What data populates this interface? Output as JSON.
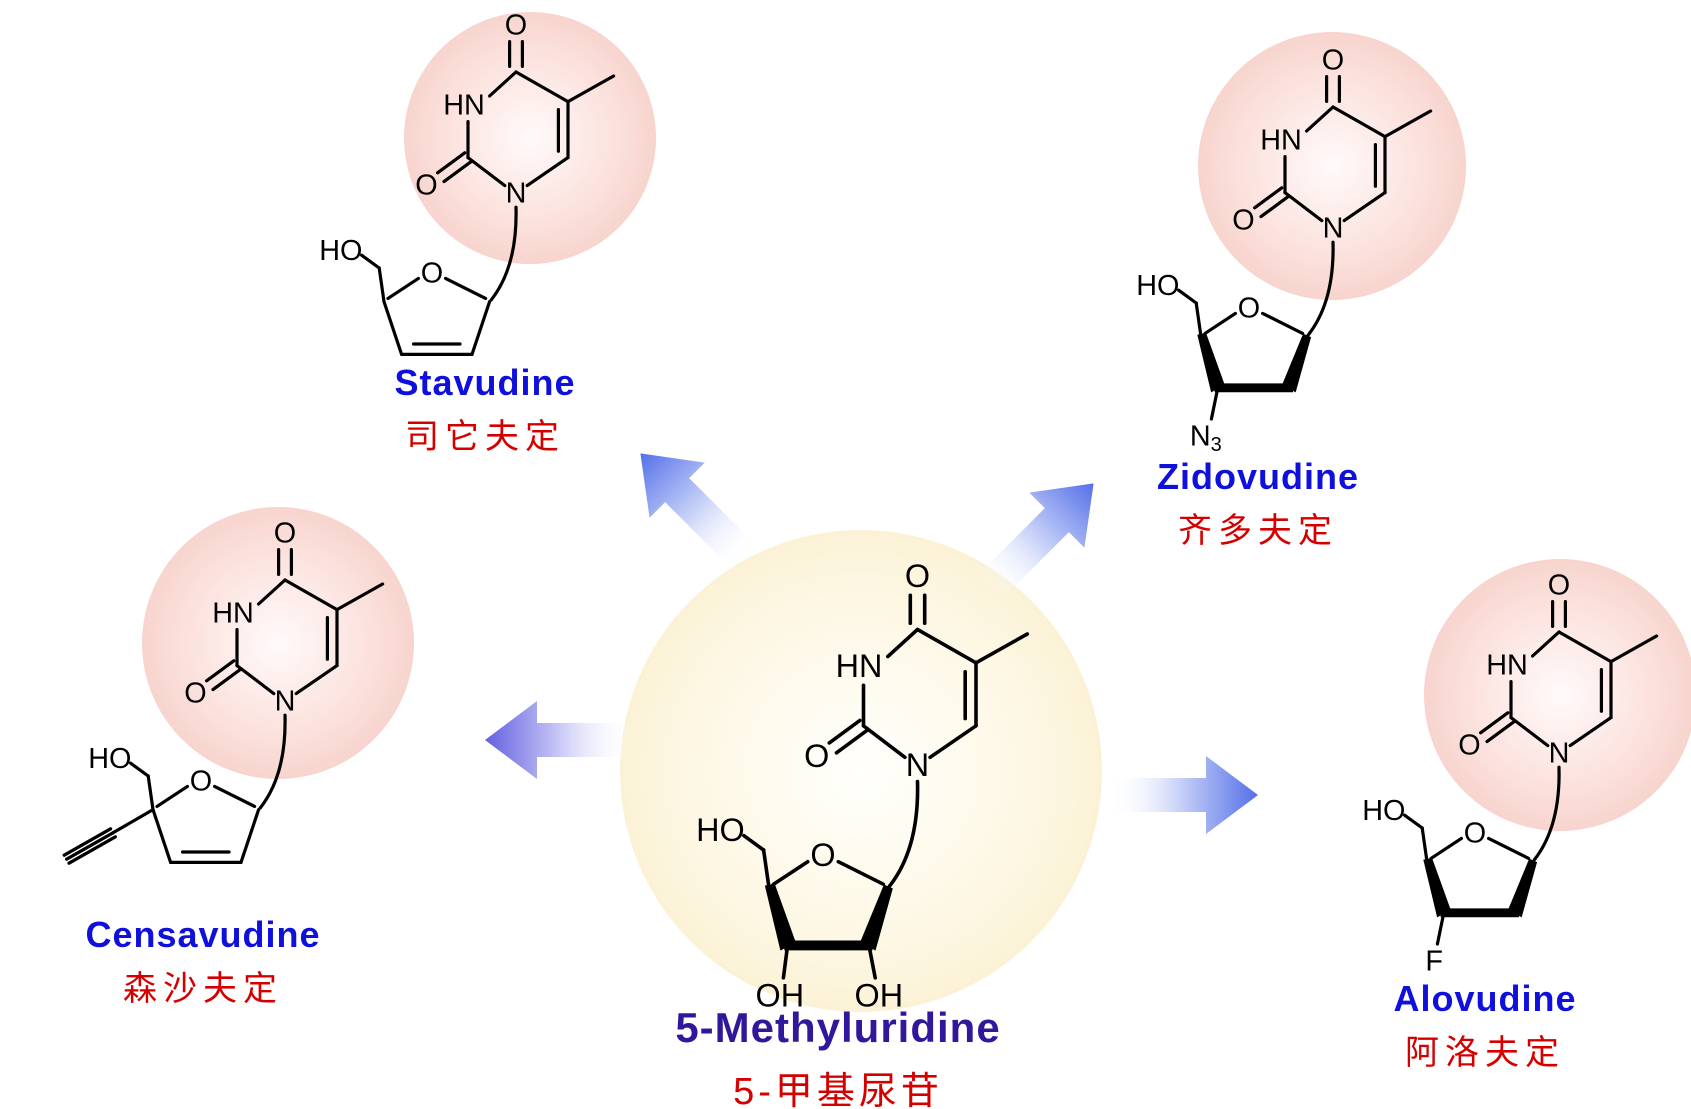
{
  "colors": {
    "drug_name_blue": "#0f10dc",
    "center_name_violet": "#31189b",
    "chinese_red": "#d40000",
    "bond_black": "#000000",
    "pink_halo": "#f7d2cc",
    "yellow_halo": "#faefce",
    "arrow_blue": "#5470e8",
    "arrow_purple": "#6260df"
  },
  "center": {
    "name": "5-Methyluridine",
    "name_zh": "5-甲基尿苷",
    "atoms": {
      "o_top": "O",
      "hn": "HN",
      "o_left": "O",
      "n1": "N",
      "ring_o": "O",
      "ho": "HO",
      "oh_left": "OH",
      "oh_right": "OH"
    }
  },
  "derivatives": {
    "stavudine": {
      "name": "Stavudine",
      "name_zh": "司它夫定",
      "atoms": {
        "o_top": "O",
        "hn": "HN",
        "o_left": "O",
        "n1": "N",
        "ring_o": "O",
        "ho": "HO"
      }
    },
    "zidovudine": {
      "name": "Zidovudine",
      "name_zh": "齐多夫定",
      "atoms": {
        "o_top": "O",
        "hn": "HN",
        "o_left": "O",
        "n1": "N",
        "ring_o": "O",
        "ho": "HO",
        "azide_n": "N",
        "azide_sub": "3"
      }
    },
    "censavudine": {
      "name": "Censavudine",
      "name_zh": "森沙夫定",
      "atoms": {
        "o_top": "O",
        "hn": "HN",
        "o_left": "O",
        "n1": "N",
        "ring_o": "O",
        "ho": "HO"
      }
    },
    "alovudine": {
      "name": "Alovudine",
      "name_zh": "阿洛夫定",
      "atoms": {
        "o_top": "O",
        "hn": "HN",
        "o_left": "O",
        "n1": "N",
        "ring_o": "O",
        "ho": "HO",
        "fluoro": "F"
      }
    }
  }
}
